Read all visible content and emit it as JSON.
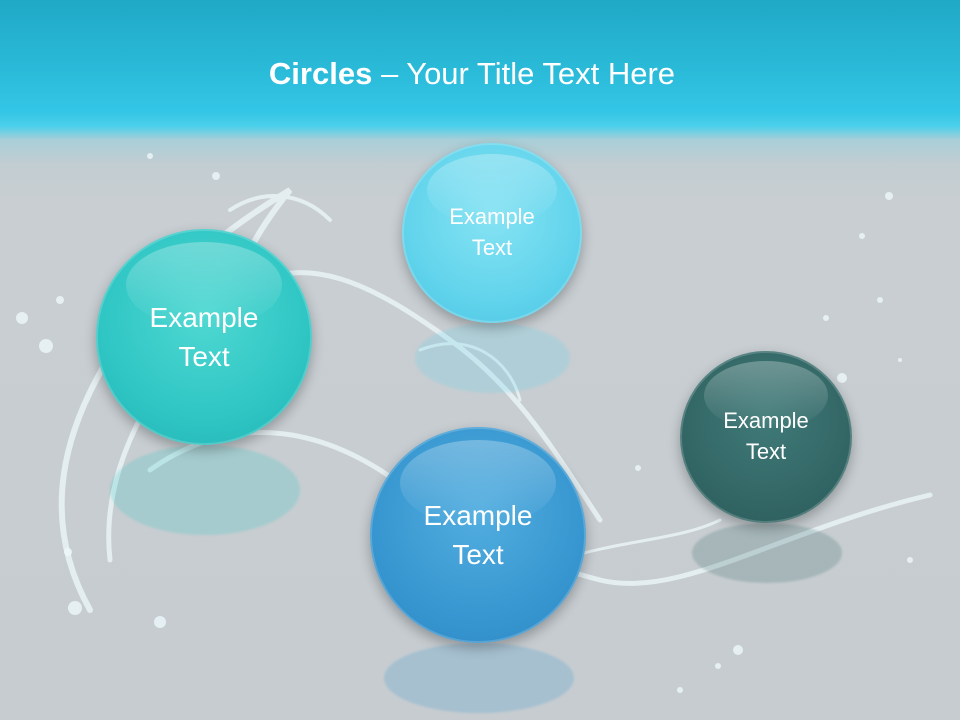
{
  "slide": {
    "title_bold": "Circles",
    "title_rest": " – Your Title Text Here"
  },
  "circles": [
    {
      "label": "Example\nText",
      "color": "#2fc6c4"
    },
    {
      "label": "Example\nText",
      "color": "#62d4ec"
    },
    {
      "label": "Example\nText",
      "color": "#3897d0"
    },
    {
      "label": "Example\nText",
      "color": "#336766"
    }
  ]
}
